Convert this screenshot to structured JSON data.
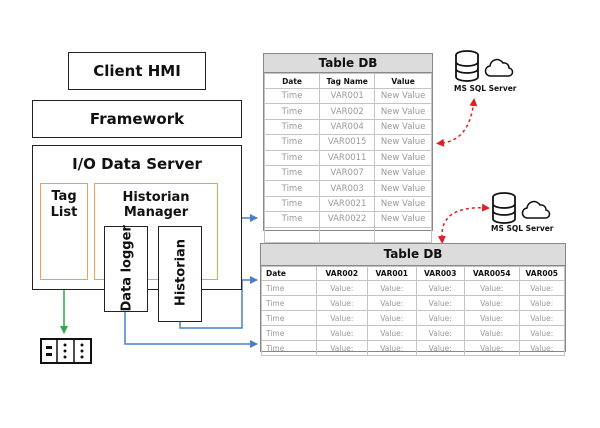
{
  "blocks": {
    "client_hmi": "Client HMI",
    "framework": "Framework",
    "io_data_server": "I/O Data Server",
    "tag_list_line1": "Tag",
    "tag_list_line2": "List",
    "historian_manager": "Historian Manager",
    "data_logger": "Data logger",
    "historian": "Historian"
  },
  "table1": {
    "title": "Table DB",
    "headers": [
      "Date",
      "Tag Name",
      "Value"
    ],
    "rows": [
      [
        "Time",
        "VAR001",
        "New Value"
      ],
      [
        "Time",
        "VAR002",
        "New Value"
      ],
      [
        "Time",
        "VAR004",
        "New Value"
      ],
      [
        "Time",
        "VAR0015",
        "New Value"
      ],
      [
        "Time",
        "VAR0011",
        "New Value"
      ],
      [
        "Time",
        "VAR007",
        "New Value"
      ],
      [
        "Time",
        "VAR003",
        "New Value"
      ],
      [
        "Time",
        "VAR0021",
        "New Value"
      ],
      [
        "Time",
        "VAR0022",
        "New Value"
      ],
      [
        "",
        "",
        ""
      ]
    ]
  },
  "table2": {
    "title": "Table DB",
    "headers": [
      "Date",
      "VAR002",
      "VAR001",
      "VAR003",
      "VAR0054",
      "VAR005"
    ],
    "rows": [
      [
        "Time",
        "Value:",
        "Value:",
        "Value:",
        "Value:",
        "Value:"
      ],
      [
        "Time",
        "Value:",
        "Value:",
        "Value:",
        "Value:",
        "Value:"
      ],
      [
        "Time",
        "Value:",
        "Value:",
        "Value:",
        "Value:",
        "Value:"
      ],
      [
        "Time",
        "Value:",
        "Value:",
        "Value:",
        "Value:",
        "Value:"
      ],
      [
        "Time",
        "Value:",
        "Value:",
        "Value:",
        "Value:",
        "Value:"
      ]
    ]
  },
  "ms_sql_1": "MS SQL Server",
  "ms_sql_2": "MS SQL Server",
  "colors": {
    "orange": "#f0a050",
    "blue_arrow": "#4a7fc8",
    "green_arrow": "#2fa84a",
    "red_dashed": "#e02020",
    "table_header_bg": "#dcdcdc"
  },
  "icons": [
    "database-icon",
    "cloud-icon",
    "io-device-icon"
  ]
}
